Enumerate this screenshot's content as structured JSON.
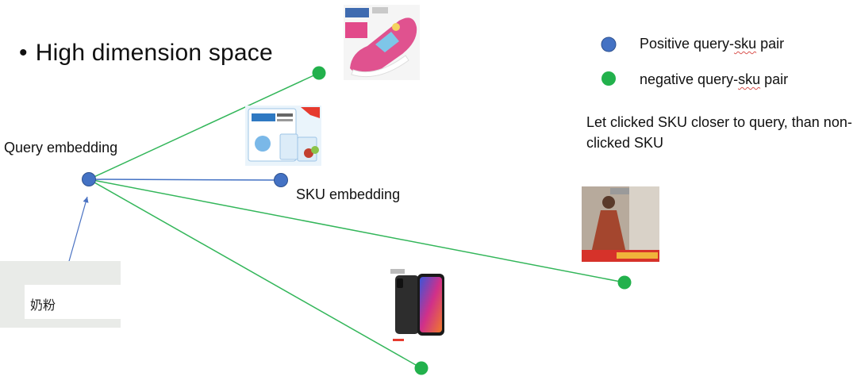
{
  "title": {
    "bullet": "•",
    "text": "High dimension space"
  },
  "legend": {
    "positive": {
      "prefix": "Positive query-",
      "squiggle": "sku",
      "suffix": " pair",
      "color": "#4472c4"
    },
    "negative": {
      "prefix": "negative query-",
      "squiggle": "sku",
      "suffix": " pair",
      "color": "#22b14c"
    }
  },
  "note": "Let clicked SKU closer to query, than non-clicked SKU",
  "query_label": "Query embedding",
  "sku_label": "SKU embedding",
  "input_query": "奶粉",
  "colors": {
    "line_green": "#33b65a",
    "line_blue": "#4472c4",
    "arrow": "#4a72c2"
  },
  "thumbnails": [
    {
      "name": "shoe-thumbnail",
      "icon": "shoe-icon"
    },
    {
      "name": "milk-powder-thumbnail",
      "icon": "milk-can-icon"
    },
    {
      "name": "coat-thumbnail",
      "icon": "coat-icon"
    },
    {
      "name": "phone-thumbnail",
      "icon": "phone-icon"
    }
  ]
}
